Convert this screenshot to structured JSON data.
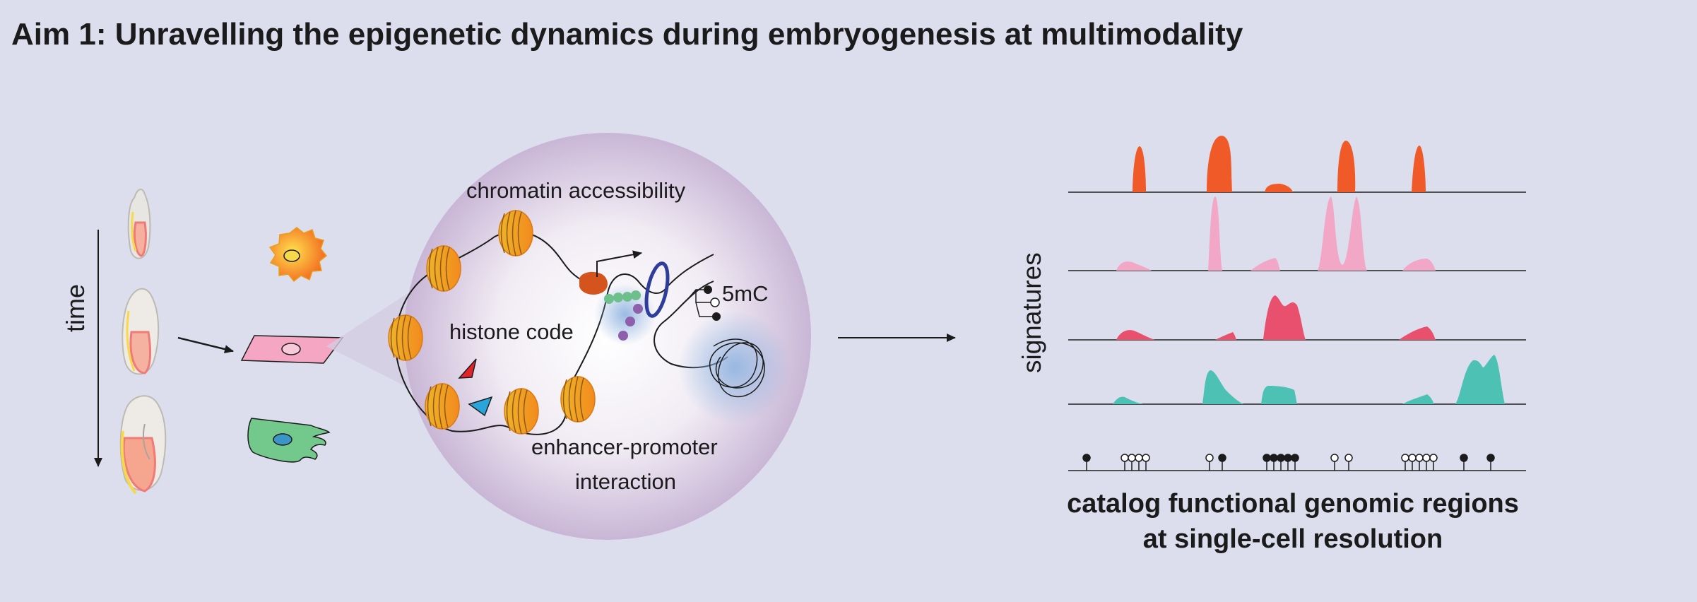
{
  "title": "Aim 1: Unravelling the epigenetic dynamics during embryogenesis at multimodality",
  "labels": {
    "time": "time",
    "chromatin_accessibility": "chromatin accessibility",
    "histone_code": "histone code",
    "methylation": "5mC",
    "enhancer_promoter": "enhancer-promoter",
    "interaction": "interaction",
    "signatures": "signatures",
    "catalog_line1": "catalog functional genomic regions",
    "catalog_line2": "at single-cell resolution"
  },
  "colors": {
    "background": "#dcdeee",
    "nucleosome": "#f5a623",
    "signal_1": "#f05a28",
    "signal_2": "#f2a7c6",
    "signal_3": "#e8506e",
    "signal_4": "#4dc1b3",
    "text": "#1b1b1b"
  },
  "icons": [
    "embryo-icon",
    "nucleosome-icon",
    "cell-icon",
    "arrow-icon",
    "lollipop-icon"
  ]
}
